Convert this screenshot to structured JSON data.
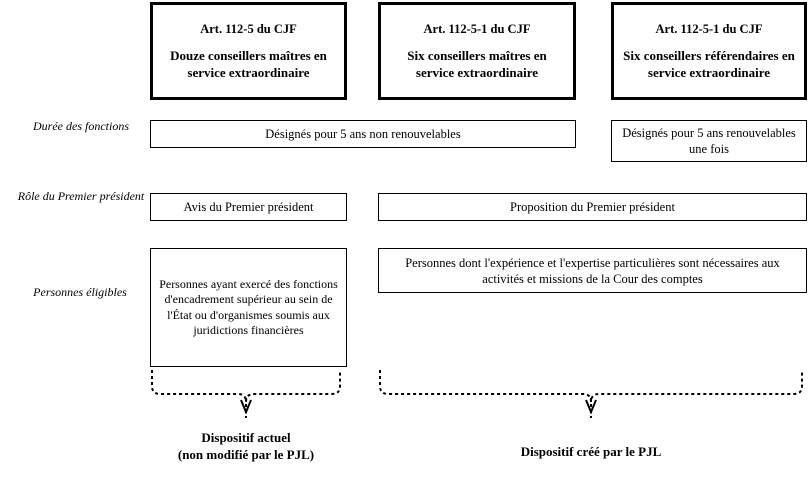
{
  "diagram": {
    "title_columns": [
      {
        "article": "Art. 112-5 du CJF",
        "description": "Douze conseillers maîtres en service extraordinaire"
      },
      {
        "article": "Art. 112-5-1 du CJF",
        "description": "Six conseillers maîtres en service extraordinaire"
      },
      {
        "article": "Art. 112-5-1 du CJF",
        "description": "Six conseillers référendaires en service extraordinaire"
      }
    ],
    "rows": [
      {
        "label": "Durée des fonctions",
        "cells": [
          "Désignés pour 5 ans non renouvelables",
          "Désignés pour 5 ans renouvelables une fois"
        ]
      },
      {
        "label": "Rôle du Premier président",
        "cells": [
          "Avis du Premier président",
          "Proposition du Premier président"
        ]
      },
      {
        "label": "Personnes éligibles",
        "cells": [
          "Personnes ayant exercé des fonctions d'encadrement supérieur au sein de l'État ou d'organismes soumis aux juridictions financières",
          "Personnes dont l'expérience et l'expertise particulières sont nécessaires aux activités et missions de la Cour des comptes"
        ]
      }
    ],
    "footers": [
      {
        "line1": "Dispositif actuel",
        "line2": "(non modifié par le PJL)"
      },
      {
        "line1": "Dispositif créé par le PJL",
        "line2": ""
      }
    ],
    "colors": {
      "ink": "#000000",
      "paper": "#ffffff"
    }
  }
}
